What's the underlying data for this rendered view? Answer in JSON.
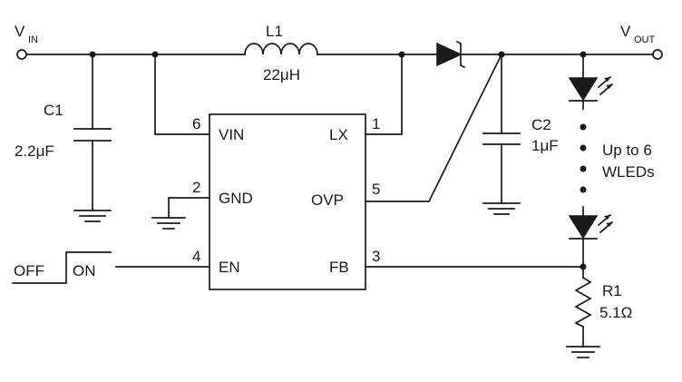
{
  "vin": {
    "main": "V",
    "sub": "IN"
  },
  "vout": {
    "main": "V",
    "sub": "OUT"
  },
  "l1": {
    "ref": "L1",
    "value": "22μH"
  },
  "c1": {
    "ref": "C1",
    "value": "2.2μF"
  },
  "c2": {
    "ref": "C2",
    "value": "1μF"
  },
  "r1": {
    "ref": "R1",
    "value": "5.1Ω"
  },
  "leds": {
    "line1": "Up to 6",
    "line2": "WLEDs"
  },
  "switch": {
    "off": "OFF",
    "on": "ON"
  },
  "ic": {
    "pins": {
      "vin": {
        "label": "VIN",
        "num": "6"
      },
      "gnd": {
        "label": "GND",
        "num": "2"
      },
      "en": {
        "label": "EN",
        "num": "4"
      },
      "lx": {
        "label": "LX",
        "num": "1"
      },
      "ovp": {
        "label": "OVP",
        "num": "5"
      },
      "fb": {
        "label": "FB",
        "num": "3"
      }
    }
  }
}
